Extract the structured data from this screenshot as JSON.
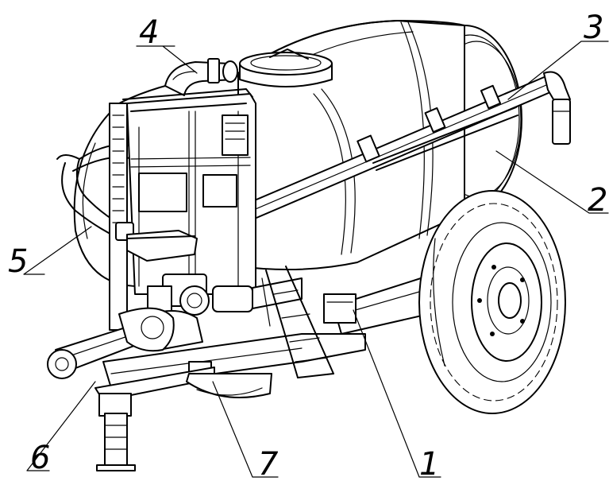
{
  "diagram": {
    "line_color": "#000000",
    "background": "#ffffff",
    "callouts": [
      {
        "id": "1",
        "label": "1"
      },
      {
        "id": "2",
        "label": "2"
      },
      {
        "id": "3",
        "label": "3"
      },
      {
        "id": "4",
        "label": "4"
      },
      {
        "id": "5",
        "label": "5"
      },
      {
        "id": "6",
        "label": "6"
      },
      {
        "id": "7",
        "label": "7"
      }
    ]
  }
}
